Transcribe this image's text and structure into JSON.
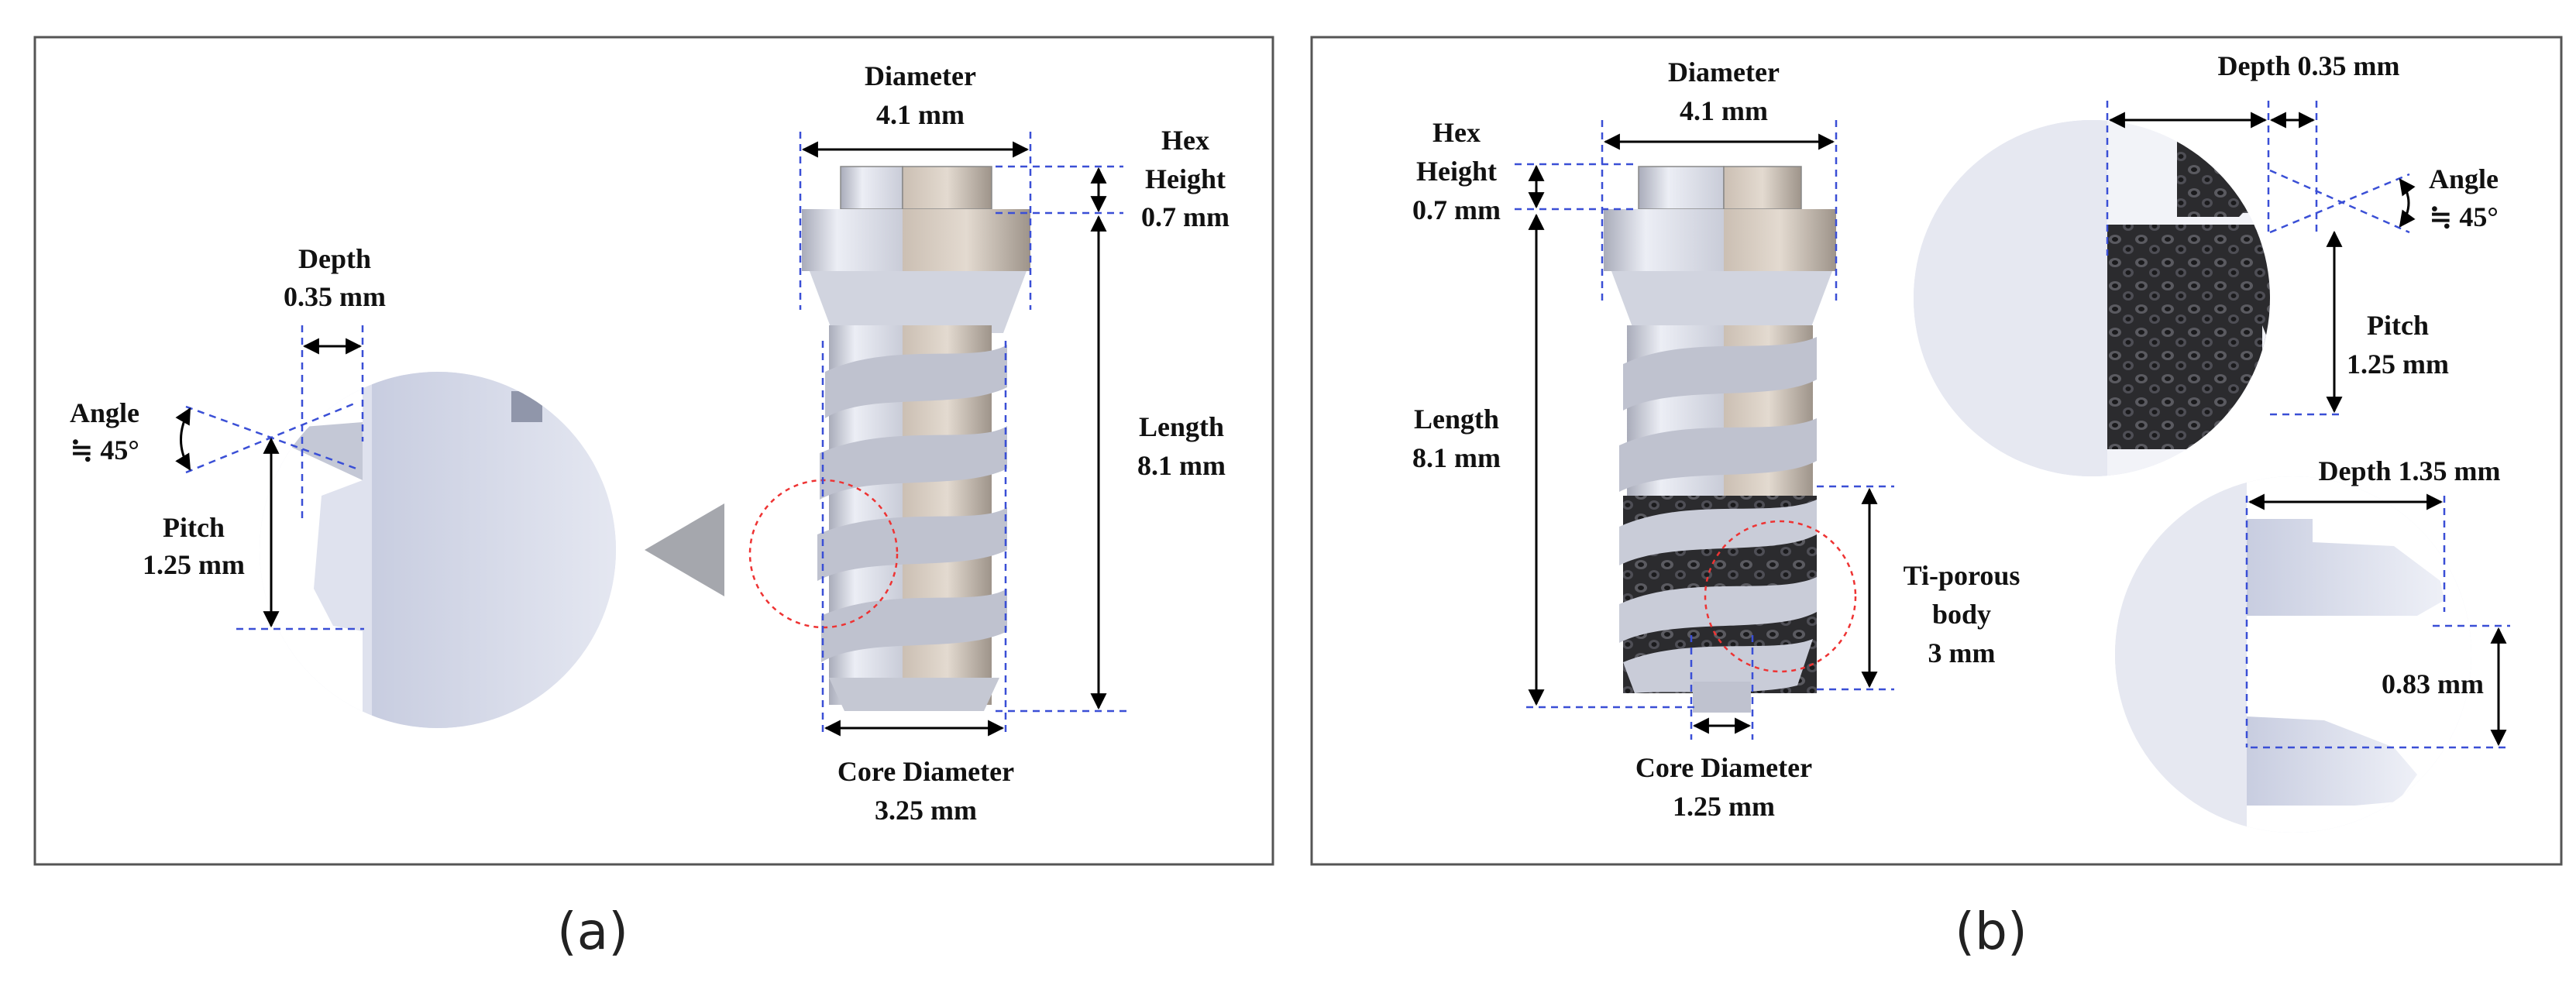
{
  "panel_a": {
    "caption": "(a)",
    "diameter": {
      "label": "Diameter",
      "value": "4.1 mm"
    },
    "hex_height": {
      "line1": "Hex",
      "line2": "Height",
      "value": "0.7 mm"
    },
    "length": {
      "label": "Length",
      "value": "8.1 mm"
    },
    "core_diameter": {
      "label": "Core Diameter",
      "value": "3.25 mm"
    },
    "depth": {
      "label": "Depth",
      "value": "0.35 mm"
    },
    "angle": {
      "label": "Angle",
      "value": "≒ 45°"
    },
    "pitch": {
      "label": "Pitch",
      "value": "1.25 mm"
    }
  },
  "panel_b": {
    "caption": "(b)",
    "diameter": {
      "label": "Diameter",
      "value": "4.1 mm"
    },
    "hex_height": {
      "line1": "Hex",
      "line2": "Height",
      "value": "0.7 mm"
    },
    "length": {
      "label": "Length",
      "value": "8.1 mm"
    },
    "core_diameter": {
      "label": "Core Diameter",
      "value": "1.25 mm"
    },
    "porous_body": {
      "line1": "Ti-porous",
      "line2": "body",
      "value": "3 mm"
    },
    "depth_top": {
      "label": "Depth 0.35 mm"
    },
    "angle": {
      "label": "Angle",
      "value": "≒ 45°"
    },
    "pitch": {
      "label": "Pitch",
      "value": "1.25 mm"
    },
    "depth_bottom": {
      "label": "Depth 1.35 mm"
    },
    "spacing": {
      "value": "0.83 mm"
    }
  },
  "colors": {
    "dimension_guides": "#3a4fd6",
    "focus_circle": "#ee3333",
    "screw_metal": "#d9dbe4",
    "porous": "#333333"
  }
}
